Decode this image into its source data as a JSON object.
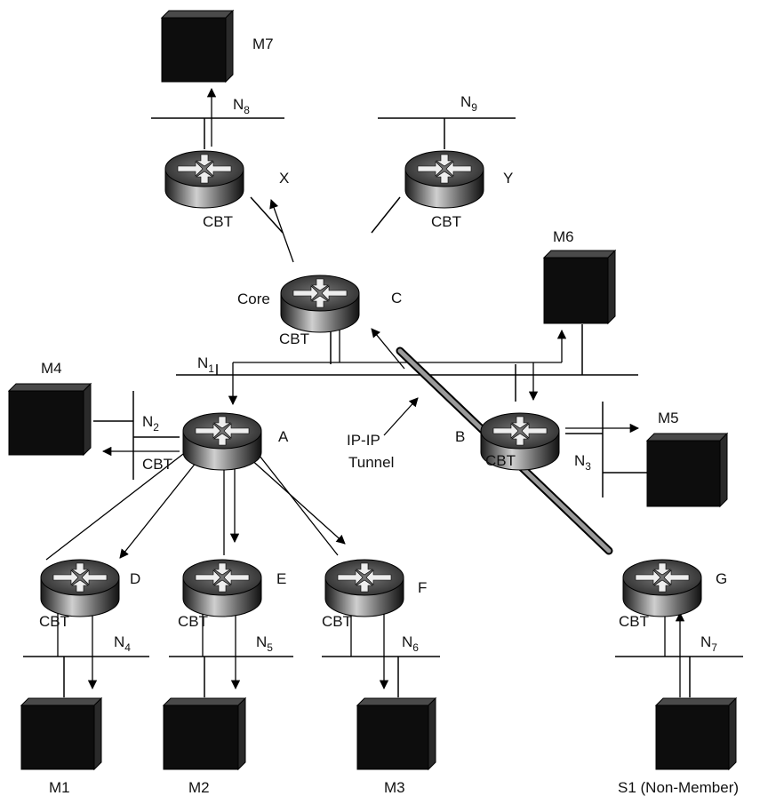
{
  "routers": [
    {
      "id": "X",
      "name": "X",
      "role": "CBT"
    },
    {
      "id": "Y",
      "name": "Y",
      "role": "CBT"
    },
    {
      "id": "C",
      "name": "C",
      "role": "CBT",
      "extra": "Core"
    },
    {
      "id": "A",
      "name": "A",
      "role": ""
    },
    {
      "id": "B",
      "name": "B",
      "role": "CBT"
    },
    {
      "id": "D",
      "name": "D",
      "role": "CBT"
    },
    {
      "id": "E",
      "name": "E",
      "role": "CBT"
    },
    {
      "id": "F",
      "name": "F",
      "role": "CBT"
    },
    {
      "id": "G",
      "name": "G",
      "role": "CBT"
    }
  ],
  "hosts": [
    {
      "id": "M7",
      "label": "M7"
    },
    {
      "id": "M6",
      "label": "M6"
    },
    {
      "id": "M4",
      "label": "M4"
    },
    {
      "id": "M5",
      "label": "M5"
    },
    {
      "id": "M1",
      "label": "M1"
    },
    {
      "id": "M2",
      "label": "M2"
    },
    {
      "id": "M3",
      "label": "M3"
    },
    {
      "id": "S1",
      "label": "S1 (Non-Member)"
    }
  ],
  "networks": [
    {
      "id": "N1",
      "main": "N",
      "sub": "1"
    },
    {
      "id": "N2",
      "main": "N",
      "sub": "2"
    },
    {
      "id": "N3",
      "main": "N",
      "sub": "3"
    },
    {
      "id": "N4",
      "main": "N",
      "sub": "4"
    },
    {
      "id": "N5",
      "main": "N",
      "sub": "5"
    },
    {
      "id": "N6",
      "main": "N",
      "sub": "6"
    },
    {
      "id": "N7",
      "main": "N",
      "sub": "7"
    },
    {
      "id": "N8",
      "main": "N",
      "sub": "8"
    },
    {
      "id": "N9",
      "main": "N",
      "sub": "9"
    }
  ],
  "labels": {
    "a_cbt": "CBT",
    "tunnel_line1": "IP-IP",
    "tunnel_line2": "Tunnel"
  }
}
